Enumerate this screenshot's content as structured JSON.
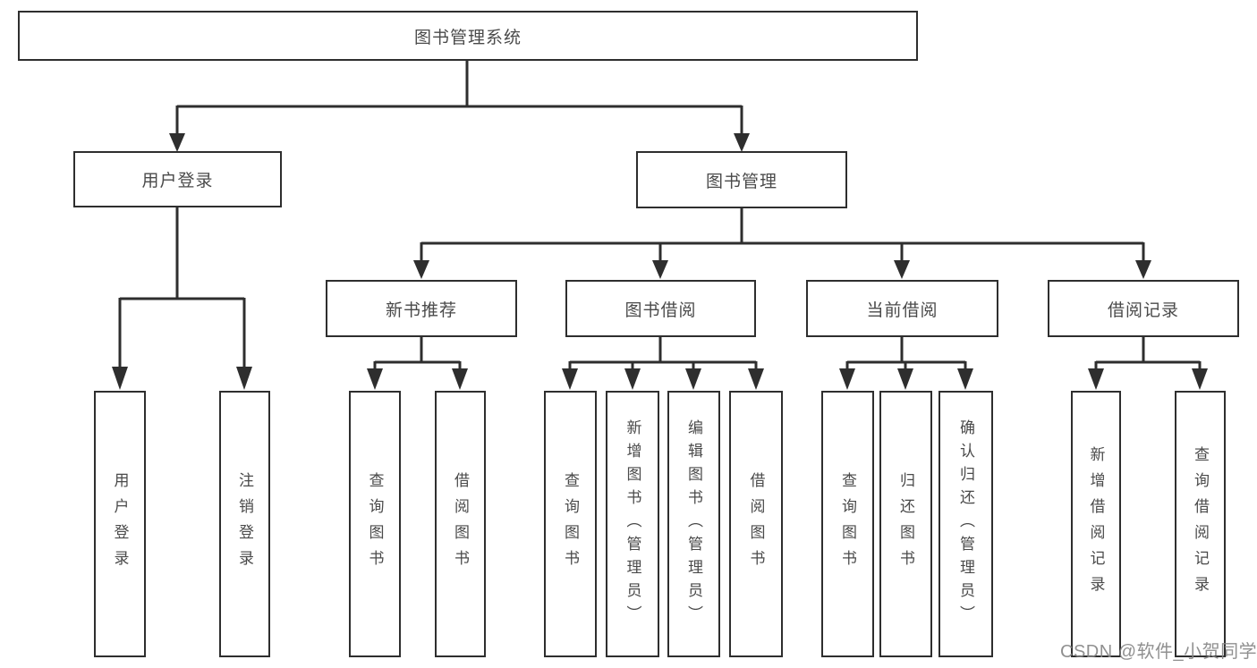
{
  "diagram": {
    "type": "hierarchy",
    "root": {
      "label": "图书管理系统"
    },
    "branches": [
      {
        "label": "用户登录",
        "children": [
          {
            "label": "用户登录"
          },
          {
            "label": "注销登录"
          }
        ]
      },
      {
        "label": "图书管理",
        "children": [
          {
            "label": "新书推荐",
            "children": [
              {
                "label": "查询图书"
              },
              {
                "label": "借阅图书"
              }
            ]
          },
          {
            "label": "图书借阅",
            "children": [
              {
                "label": "查询图书"
              },
              {
                "label": "新增图书（管理员）"
              },
              {
                "label": "编辑图书（管理员）"
              },
              {
                "label": "借阅图书"
              }
            ]
          },
          {
            "label": "当前借阅",
            "children": [
              {
                "label": "查询图书"
              },
              {
                "label": "归还图书"
              },
              {
                "label": "确认归还（管理员）"
              }
            ]
          },
          {
            "label": "借阅记录",
            "children": [
              {
                "label": "新增借阅记录"
              },
              {
                "label": "查询借阅记录"
              }
            ]
          }
        ]
      }
    ]
  },
  "watermark": {
    "text": "CSDN @软件_小贺同学"
  },
  "colors": {
    "line": "#2e2e2e",
    "box_border": "#2e2e2e",
    "text": "#4a4a4a",
    "watermark": "#878787",
    "background": "#ffffff"
  }
}
